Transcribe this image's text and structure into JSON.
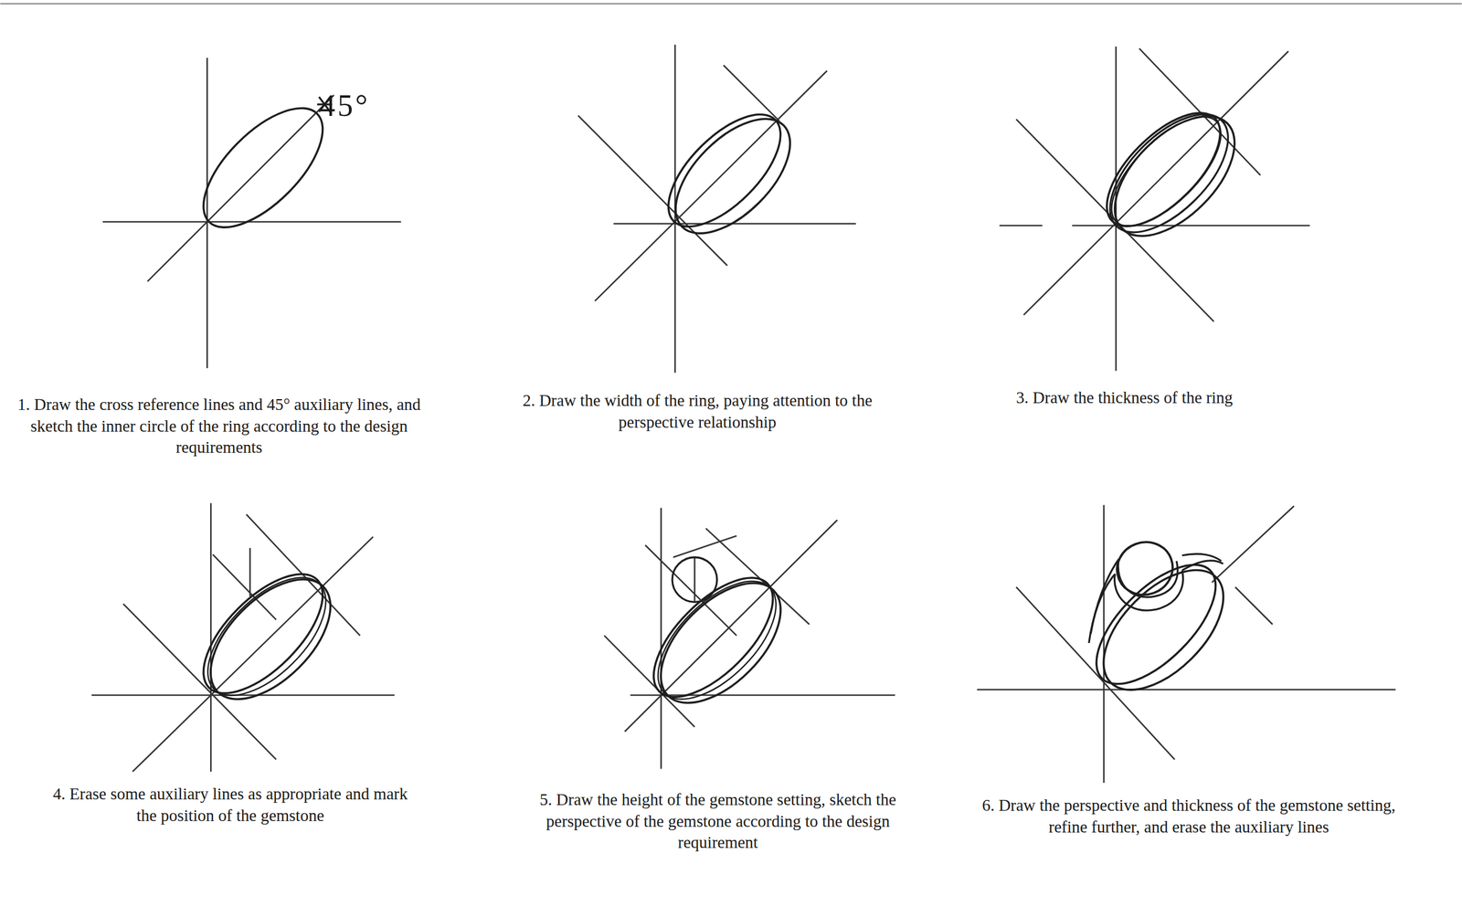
{
  "diagram": {
    "labels": [
      "45°",
      "1. Draw the cross reference lines and 45° auxiliary lines, and sketch the inner circle of the ring according to the design requirements",
      "2. Draw the width of the ring, paying attention to the perspective relationship",
      "3. Draw the thickness of the ring",
      "4. Erase some auxiliary lines as appropriate and mark the position of the gemstone",
      "5. Draw the height of the gemstone setting, sketch the perspective of the gemstone according to the design requirement",
      "6. Draw the perspective and thickness of the gemstone setting, refine further, and erase the auxiliary lines"
    ]
  }
}
